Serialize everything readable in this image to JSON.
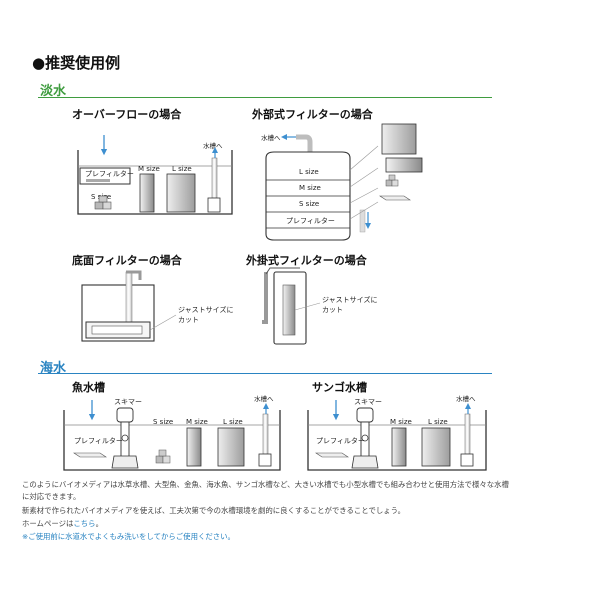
{
  "heading": "●推奨使用例",
  "freshwater": {
    "label": "淡水",
    "overflow": {
      "title": "オーバーフローの場合",
      "prefilter": "プレフィルター",
      "m_size": "M size",
      "l_size": "L size",
      "s_size": "S size",
      "to_tank": "水槽へ"
    },
    "external": {
      "title": "外部式フィルターの場合",
      "to_tank": "水槽へ",
      "l_size": "L size",
      "m_size": "M size",
      "s_size": "S size",
      "prefilter": "プレフィルター"
    },
    "bottom": {
      "title": "底面フィルターの場合",
      "just_size_1": "ジャストサイズに",
      "just_size_2": "カット"
    },
    "hangon": {
      "title": "外掛式フィルターの場合",
      "just_size_1": "ジャストサイズに",
      "just_size_2": "カット"
    }
  },
  "marine": {
    "label": "海水",
    "fish": {
      "title": "魚水槽",
      "skimmer": "スキマー",
      "prefilter": "プレフィルター",
      "s_size": "S size",
      "m_size": "M size",
      "l_size": "L size",
      "to_tank": "水槽へ"
    },
    "coral": {
      "title": "サンゴ水槽",
      "skimmer": "スキマー",
      "prefilter": "プレフィルター",
      "m_size": "M size",
      "l_size": "L size",
      "to_tank": "水槽へ"
    }
  },
  "paragraph": {
    "line1": "このようにバイオメディアは水草水槽、大型魚、金魚、海水魚、サンゴ水槽など、大きい水槽でも小型水槽でも組み合わせと使用方法で様々な水槽",
    "line2": "に対応できます。",
    "line3": "新素材で作られたバイオメディアを使えば、工夫次第で今の水槽環境を劇的に良くすることができることでしょう。",
    "line4_prefix": "ホームページは",
    "line4_link": "こちら",
    "line4_suffix": "。",
    "note": "※ご使用前に水道水でよくもみ洗いをしてからご使用ください。"
  },
  "colors": {
    "fresh": "#3f9c3f",
    "sea": "#2a84c2",
    "arrow": "#3d8fd0",
    "block_light": "#e6e6e6",
    "block_dark": "#a9a9a9"
  }
}
